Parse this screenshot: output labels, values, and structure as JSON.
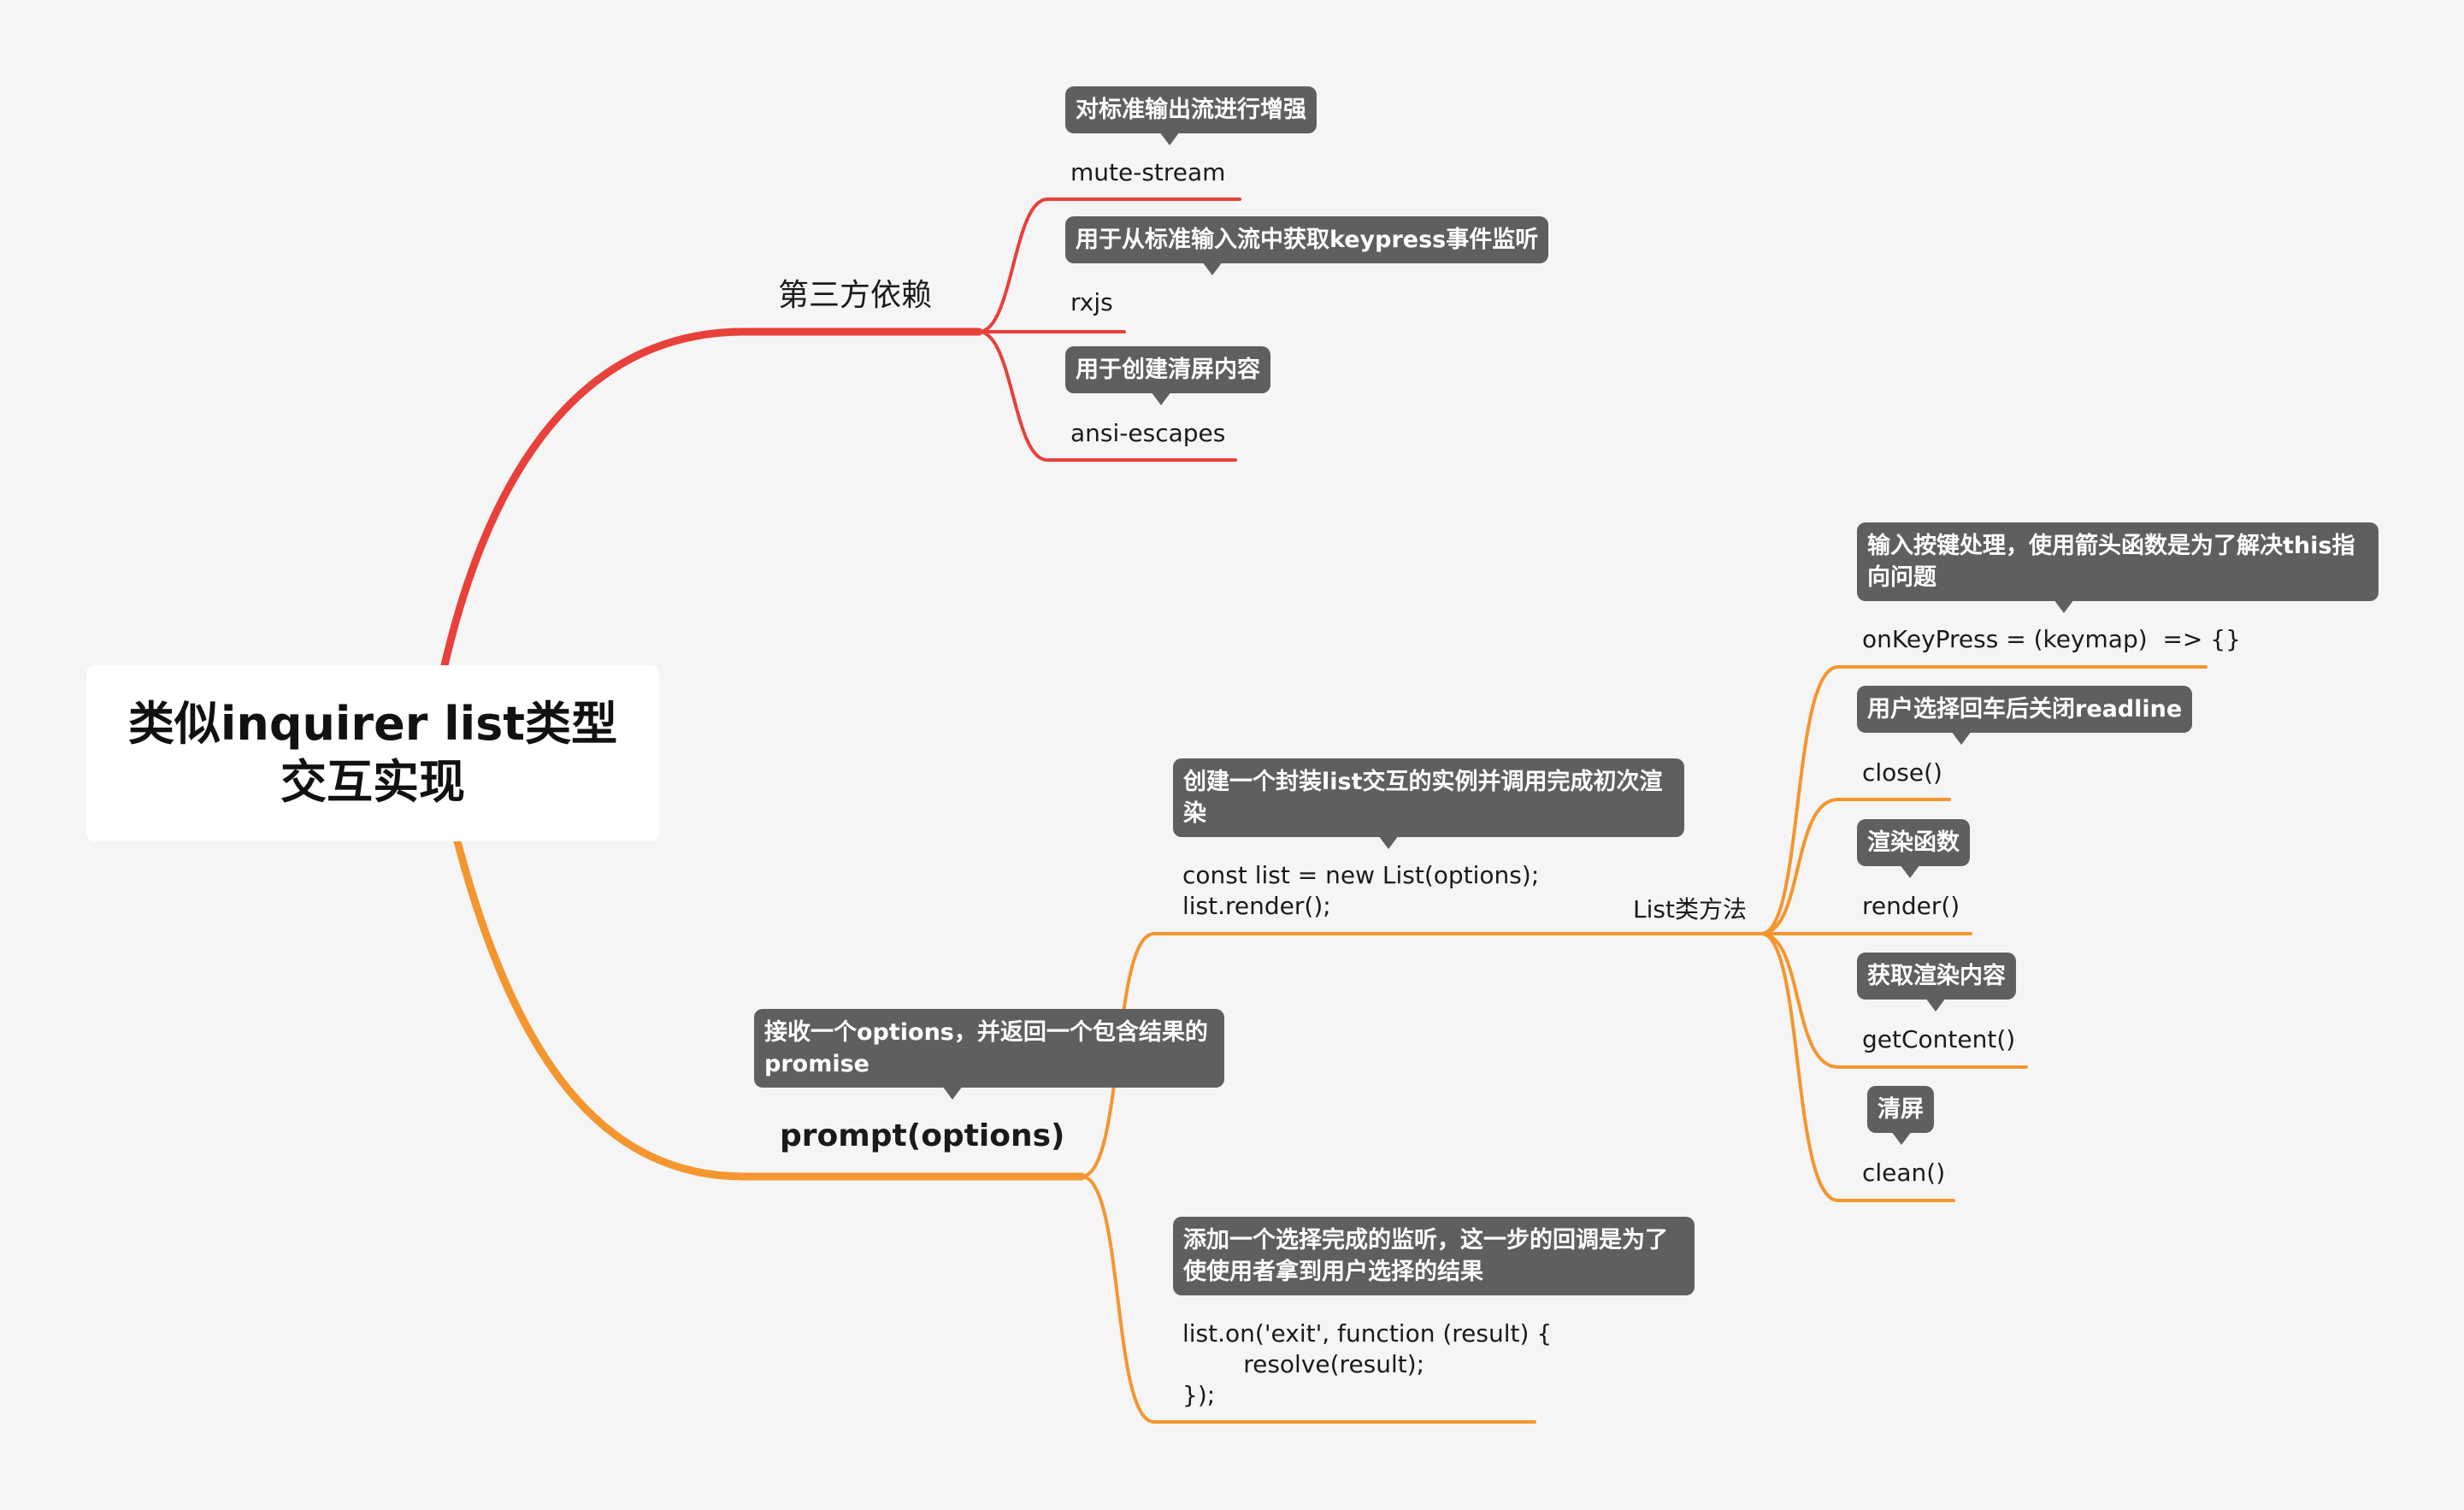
{
  "central": {
    "line1": "类似inquirer list类型",
    "line2": "交互实现"
  },
  "branches": {
    "deps": {
      "label": "第三方依赖",
      "color": "#e8403a",
      "items": [
        {
          "name": "mute-stream",
          "note": "对标准输出流进行增强"
        },
        {
          "name": "rxjs",
          "note": "用于从标准输入流中获取keypress事件监听"
        },
        {
          "name": "ansi-escapes",
          "note": "用于创建清屏内容"
        }
      ]
    },
    "prompt": {
      "label": "prompt(options)",
      "color": "#f3962f",
      "note": "接收一个options，并返回一个包含结果的promise",
      "create": {
        "note": "创建一个封装list交互的实例并调用完成初次渲染",
        "code": "const list = new List(options);\nlist.render();"
      },
      "listMethods": {
        "label": "List类方法",
        "items": [
          {
            "name": "onKeyPress = (keymap)  => {}",
            "note": "输入按键处理，使用箭头函数是为了解决this指向问题"
          },
          {
            "name": "close()",
            "note": "用户选择回车后关闭readline"
          },
          {
            "name": "render()",
            "note": "渲染函数"
          },
          {
            "name": "getContent()",
            "note": "获取渲染内容"
          },
          {
            "name": "clean()",
            "note": "清屏"
          }
        ]
      },
      "exit": {
        "note": "添加一个选择完成的监听，这一步的回调是为了使使用者拿到用户选择的结果",
        "code": "list.on('exit', function (result) {\n        resolve(result);\n});"
      }
    }
  }
}
